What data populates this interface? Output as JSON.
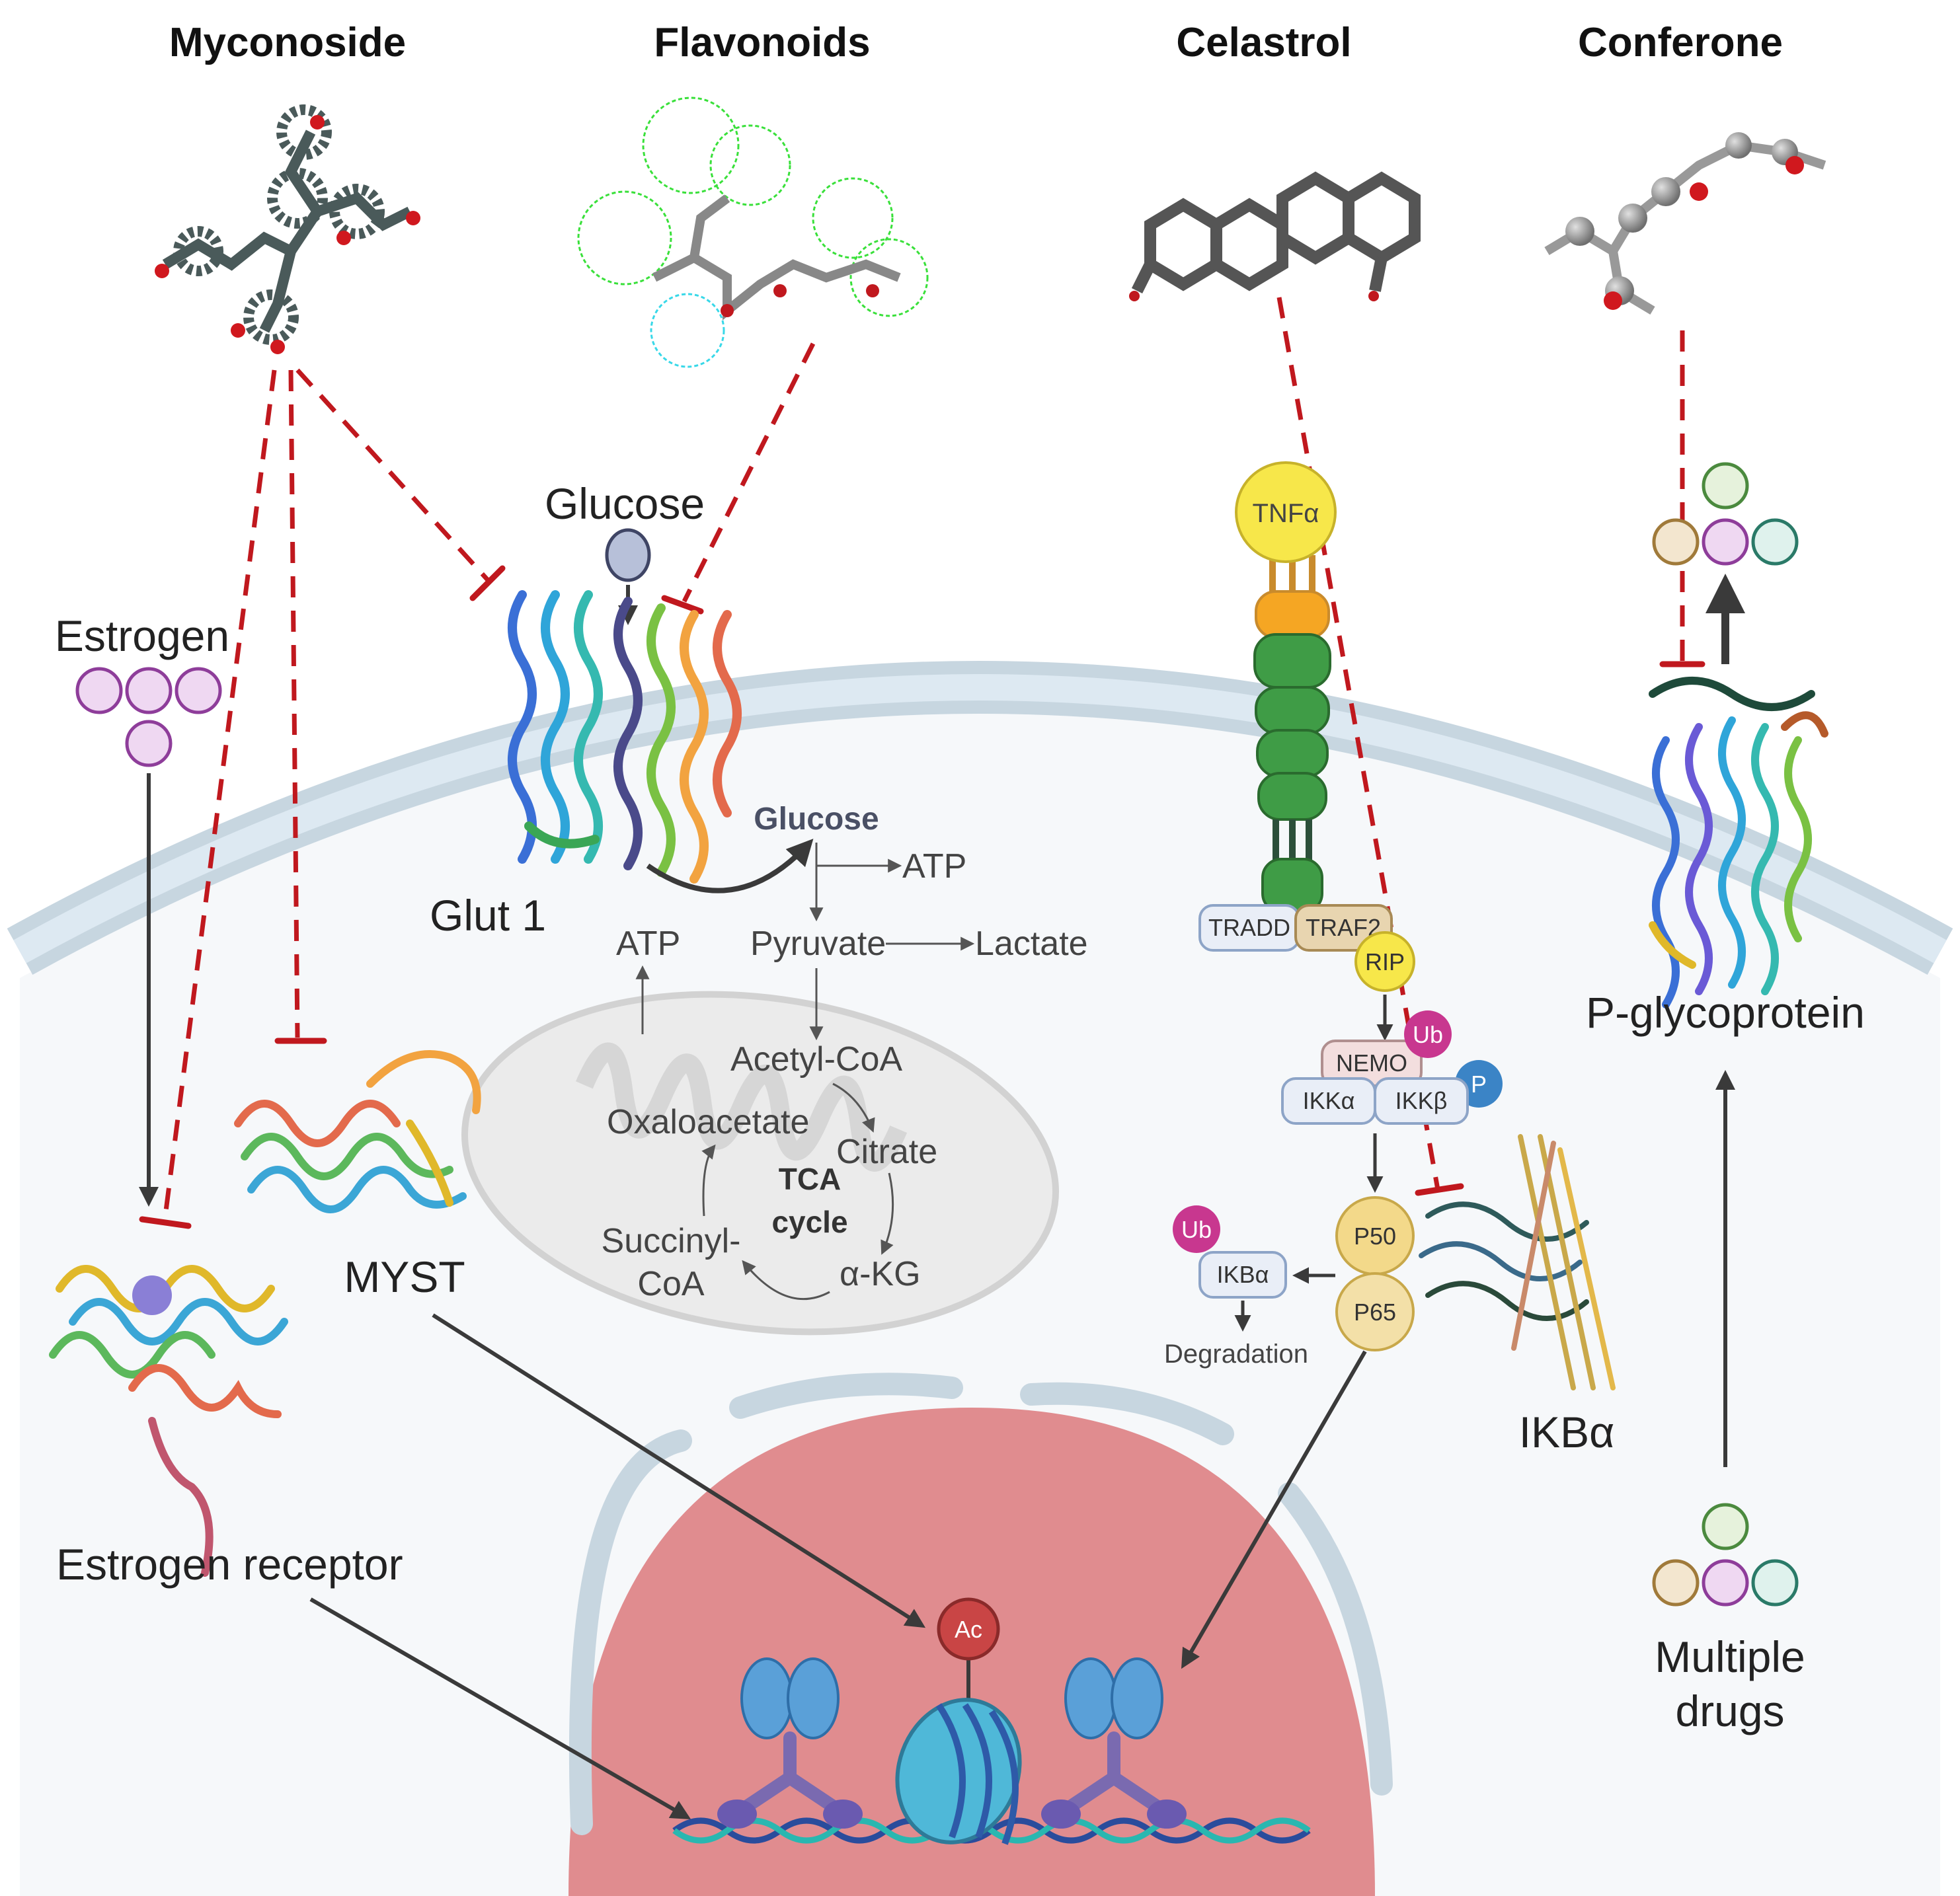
{
  "compounds": {
    "myconoside": "Myconoside",
    "flavonoids": "Flavonoids",
    "celastrol": "Celastrol",
    "conferone": "Conferone"
  },
  "labels": {
    "estrogen": "Estrogen",
    "glucose_outside": "Glucose",
    "glut1": "Glut 1",
    "myst": "MYST",
    "estrogen_receptor": "Estrogen receptor",
    "p_glycoprotein": "P-glycoprotein",
    "multiple_drugs_line1": "Multiple",
    "multiple_drugs_line2": "drugs",
    "ikba_protein": "IKBα"
  },
  "metabolism": {
    "glucose": "Glucose",
    "atp_top": "ATP",
    "atp_left": "ATP",
    "pyruvate": "Pyruvate",
    "lactate": "Lactate",
    "acetyl_coa": "Acetyl-CoA",
    "oxaloacetate": "Oxaloacetate",
    "citrate": "Citrate",
    "tca_line1": "TCA",
    "tca_line2": "cycle",
    "succinyl_line1": "Succinyl-",
    "succinyl_line2": "CoA",
    "akg": "α-KG"
  },
  "signaling": {
    "tnfa": "TNFα",
    "tradd": "TRADD",
    "traf2": "TRAF2",
    "rip": "RIP",
    "ub1": "Ub",
    "nemo": "NEMO",
    "p": "P",
    "ikka": "IKKα",
    "ikkb": "IKKβ",
    "p50": "P50",
    "p65": "P65",
    "ub2": "Ub",
    "ikba_box": "IKBα",
    "degradation": "Degradation"
  },
  "nucleus": {
    "ac": "Ac"
  },
  "colors": {
    "inhibit": "#c0181e",
    "arrow": "#3a3a3a",
    "membrane": "#c7d6e0",
    "membrane_inner": "#dde9f2",
    "nucleus": "#e08c8f",
    "estrogen_circle": "#efd8f2",
    "estrogen_stroke": "#8e3d9a",
    "tnfa": "#f7e74a",
    "receptor_orange": "#f5a623",
    "receptor_green": "#3a8a3e",
    "ub": "#c8378f",
    "p_blue": "#3b84c6",
    "p50_p65": "#f3d98a",
    "ac": "#c94545",
    "dna": "#2a4c9c",
    "dna_teal": "#2ab7b0"
  }
}
